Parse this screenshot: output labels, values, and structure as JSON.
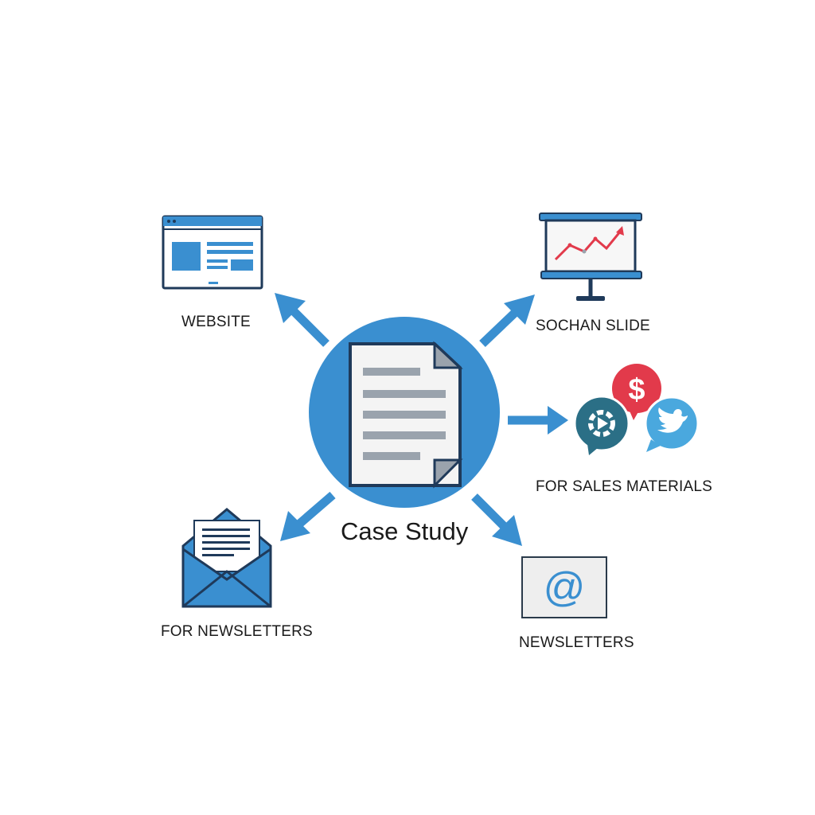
{
  "center": {
    "label": "Case Study",
    "icon": "document-icon"
  },
  "outputs": [
    {
      "id": "website",
      "label": "WEBSITE",
      "icon": "browser-window-icon"
    },
    {
      "id": "slide",
      "label": "SOCHAN SLIDE",
      "icon": "presentation-chart-icon"
    },
    {
      "id": "sales",
      "label": "FOR SALES MATERIALS",
      "icon": "social-bubbles-icon",
      "icon_glyphs": [
        "$",
        "▶"
      ]
    },
    {
      "id": "newsletters",
      "label": "NEWSLETTERS",
      "icon": "at-sign-icon",
      "icon_glyph": "@"
    },
    {
      "id": "for-newsletters",
      "label": "FOR NEWSLETTERS",
      "icon": "envelope-letter-icon"
    }
  ],
  "colors": {
    "primary_blue": "#3a8fd0",
    "dark_navy": "#1f3a5a",
    "chart_red": "#e23a4b",
    "teal": "#2b6f86",
    "twitter_blue": "#4aa8de",
    "doc_gray": "#9aa3ad"
  }
}
